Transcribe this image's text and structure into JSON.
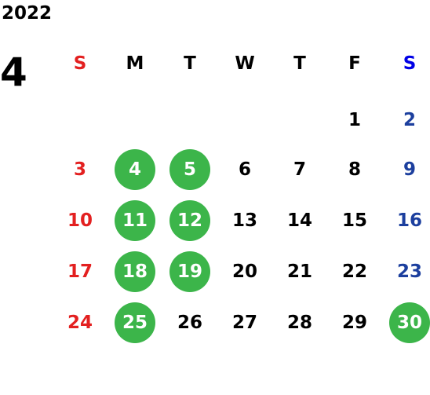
{
  "calendar": {
    "year": "2022",
    "month": "4",
    "weekdays": [
      "S",
      "M",
      "T",
      "W",
      "T",
      "F",
      "S"
    ],
    "weeks": [
      [
        "",
        "",
        "",
        "",
        "",
        "1",
        "2"
      ],
      [
        "3",
        "4",
        "5",
        "6",
        "7",
        "8",
        "9"
      ],
      [
        "10",
        "11",
        "12",
        "13",
        "14",
        "15",
        "16"
      ],
      [
        "17",
        "18",
        "19",
        "20",
        "21",
        "22",
        "23"
      ],
      [
        "24",
        "25",
        "26",
        "27",
        "28",
        "29",
        "30"
      ]
    ],
    "highlighted_days": [
      "4",
      "5",
      "11",
      "12",
      "18",
      "19",
      "25",
      "30"
    ]
  },
  "colors": {
    "sunday": "#e32020",
    "saturday": "#1c3f9e",
    "weekday": "#000000",
    "saturday_header": "#0000e6",
    "highlight_circle": "#3cb54a",
    "highlight_text": "#ffffff"
  }
}
